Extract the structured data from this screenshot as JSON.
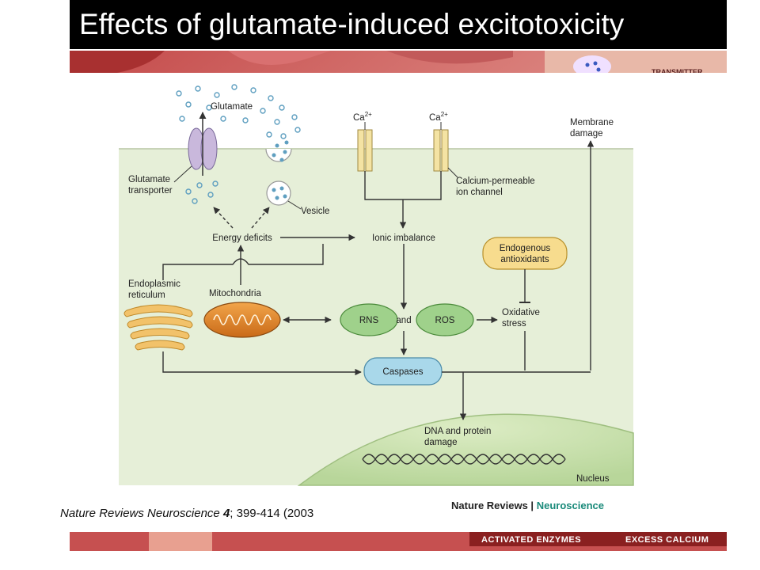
{
  "slide": {
    "title": "Effects of glutamate-induced excitotoxicity"
  },
  "diagram": {
    "labels": {
      "glutamate": "Glutamate",
      "glutamate_transporter_1": "Glutamate",
      "glutamate_transporter_2": "transporter",
      "vesicle": "Vesicle",
      "ca_left": "Ca",
      "ca_right": "Ca",
      "ca_sup": "2+",
      "calcium_channel_1": "Calcium-permeable",
      "calcium_channel_2": "ion channel",
      "membrane_damage_1": "Membrane",
      "membrane_damage_2": "damage",
      "energy_deficits": "Energy deficits",
      "ionic_imbalance": "Ionic imbalance",
      "endogenous_1": "Endogenous",
      "endogenous_2": "antioxidants",
      "er_1": "Endoplasmic",
      "er_2": "reticulum",
      "mitochondria": "Mitochondria",
      "rns": "RNS",
      "and": "and",
      "ros": "ROS",
      "oxidative_1": "Oxidative",
      "oxidative_2": "stress",
      "caspases": "Caspases",
      "dna_1": "DNA and protein",
      "dna_2": "damage",
      "nucleus": "Nucleus"
    },
    "colors": {
      "cytoplasm": "#e6efd8",
      "nucleus": "#cfe3b4",
      "transporter": "#c9b8dc",
      "channel": "#f4e3a3",
      "rns_ros": "#9fd18b",
      "caspases": "#a9d8ea",
      "antioxidants": "#f7dc8e",
      "mitochondria": "#e88a2c",
      "er": "#f2c26a",
      "vesicle_dot": "#5f9fc0"
    }
  },
  "citation": {
    "journal": "Nature Reviews Neuroscience",
    "volume": "4",
    "rest": "; 399-414 (2003"
  },
  "credit": {
    "part1": "Nature Reviews |",
    "part2": "Neuroscience"
  },
  "banner": {
    "top_right": "TRANSMITTER",
    "left": "ACTIVATED ENZYMES",
    "right": "EXCESS CALCIUM"
  }
}
